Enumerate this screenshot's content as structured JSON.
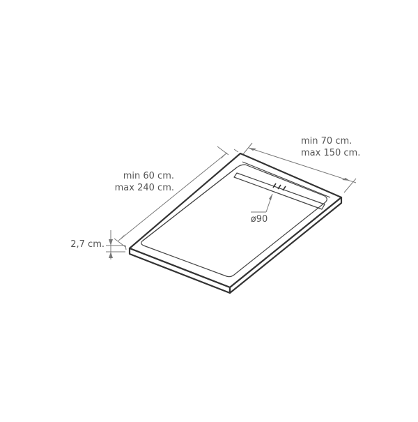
{
  "diagram": {
    "depth_label": [
      "min 60 cm.",
      "max 240 cm."
    ],
    "width_label": [
      "min 70 cm.",
      "max 150 cm."
    ],
    "thickness_label": "2,7 cm.",
    "drain_label": "ø90"
  }
}
